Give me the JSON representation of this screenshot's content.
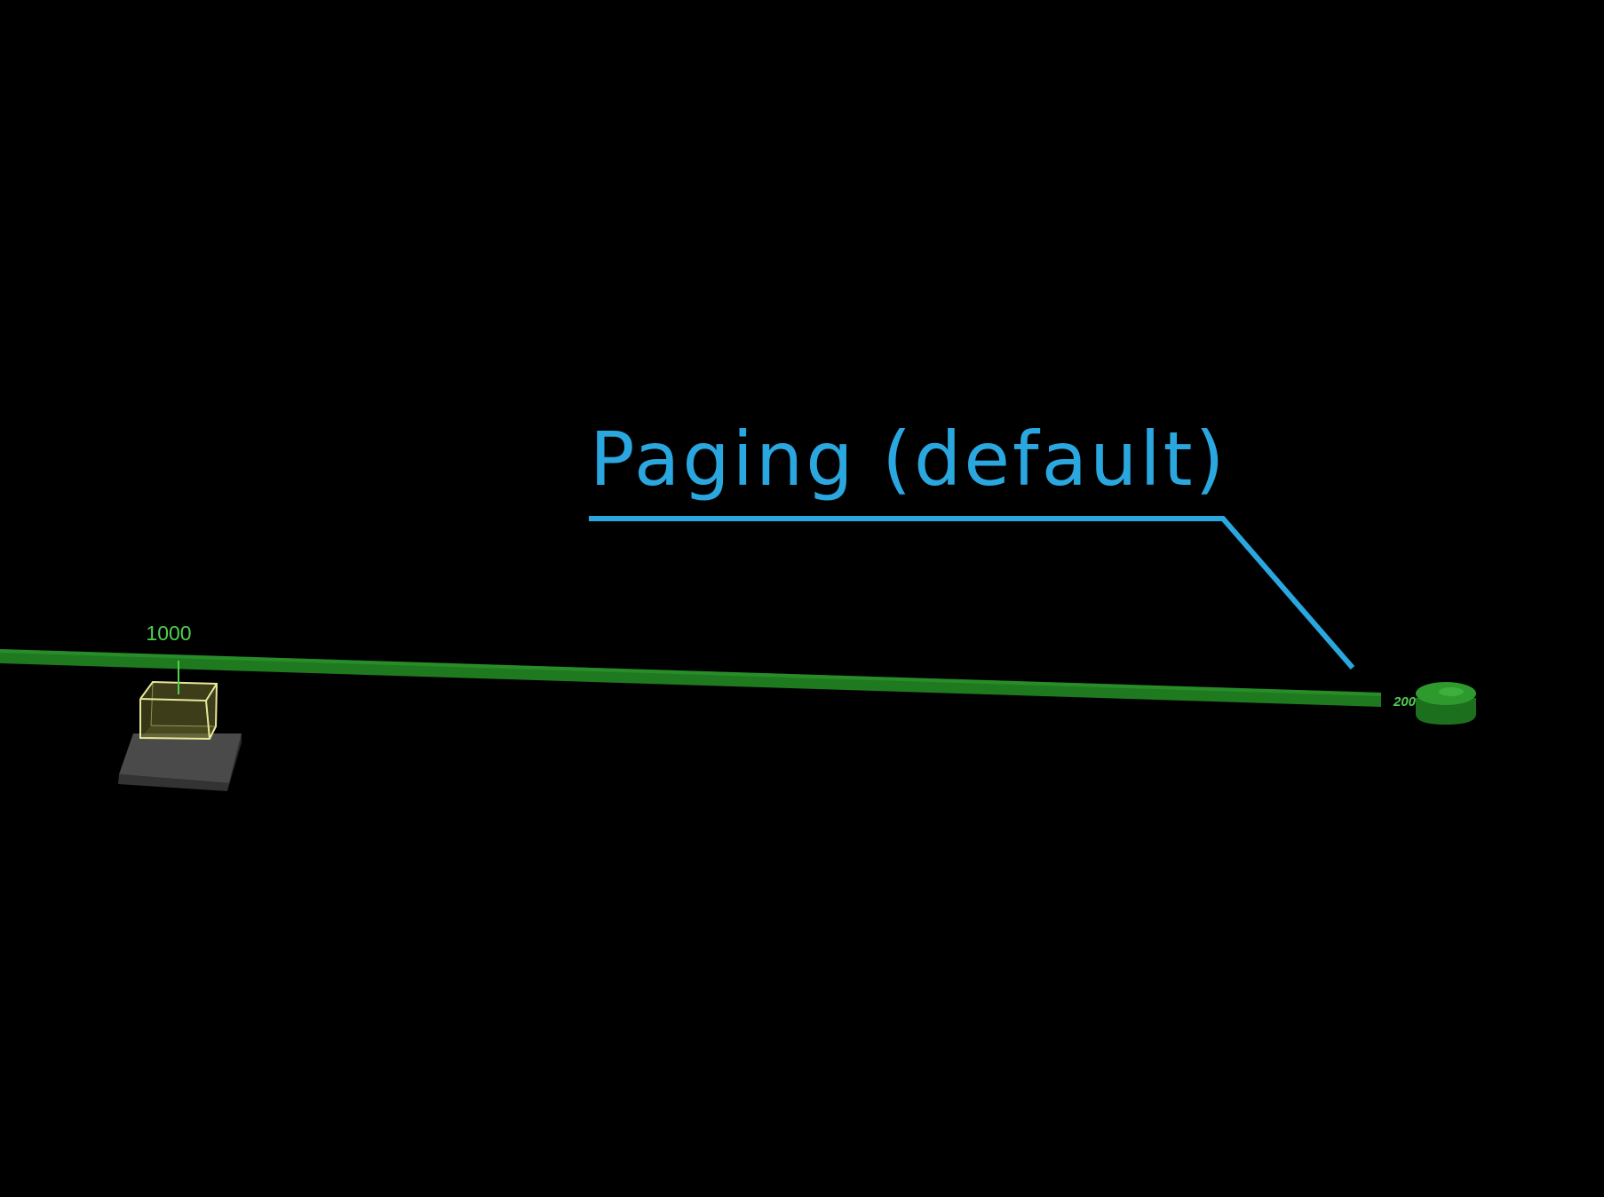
{
  "callout": {
    "title": "Paging (default)"
  },
  "source": {
    "count_label": "1000"
  },
  "sink": {
    "count_label": "200"
  },
  "colors": {
    "accent": "#2aa7df",
    "pipe": "#1f7a1f",
    "pipe_highlight": "#2f9a2f",
    "label_green": "#4fd04f",
    "box_edge": "#e8e89a",
    "box_fill": "#6f6f2f",
    "platform": "#4a4a4a",
    "platform_side": "#333333",
    "sink_top": "#2e9a2e",
    "sink_side": "#1c6f1c"
  }
}
